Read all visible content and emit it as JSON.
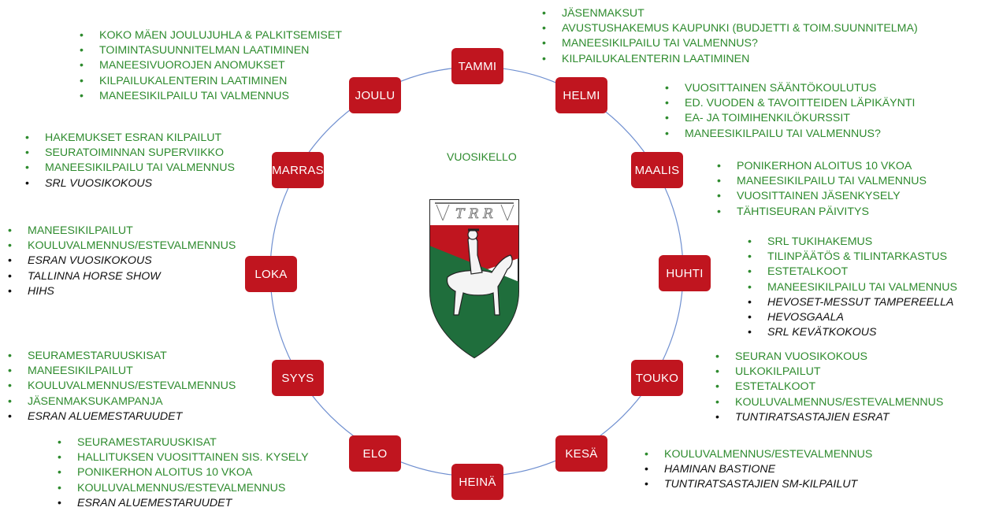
{
  "title": "VUOSIKELLO",
  "emblem": {
    "letters": "T R R"
  },
  "months": [
    {
      "name": "TAMMI"
    },
    {
      "name": "HELMI"
    },
    {
      "name": "MAALIS"
    },
    {
      "name": "HUHTI"
    },
    {
      "name": "TOUKO"
    },
    {
      "name": "KESÄ"
    },
    {
      "name": "HEINÄ"
    },
    {
      "name": "ELO"
    },
    {
      "name": "SYYS"
    },
    {
      "name": "LOKA"
    },
    {
      "name": "MARRAS"
    },
    {
      "name": "JOULU"
    }
  ],
  "lists": {
    "tammi": [
      {
        "text": "JÄSENMAKSUT",
        "italic": false
      },
      {
        "text": "AVUSTUSHAKEMUS KAUPUNKI (BUDJETTI & TOIM.SUUNNITELMA)",
        "italic": false
      },
      {
        "text": "MANEESIKILPAILU TAI VALMENNUS?",
        "italic": false
      },
      {
        "text": "KILPAILUKALENTERIN LAATIMINEN",
        "italic": false
      }
    ],
    "helmi": [
      {
        "text": "VUOSITTAINEN SÄÄNTÖKOULUTUS",
        "italic": false
      },
      {
        "text": "ED. VUODEN & TAVOITTEIDEN LÄPIKÄYNTI",
        "italic": false
      },
      {
        "text": "EA- JA TOIMIHENKILÖKURSSIT",
        "italic": false
      },
      {
        "text": "MANEESIKILPAILU TAI VALMENNUS?",
        "italic": false
      }
    ],
    "maalis": [
      {
        "text": "PONIKERHON ALOITUS 10 VKOA",
        "italic": false
      },
      {
        "text": "MANEESIKILPAILU TAI VALMENNUS",
        "italic": false
      },
      {
        "text": "VUOSITTAINEN JÄSENKYSELY",
        "italic": false
      },
      {
        "text": "TÄHTISEURAN PÄIVITYS",
        "italic": false
      }
    ],
    "huhti": [
      {
        "text": "SRL TUKIHAKEMUS",
        "italic": false
      },
      {
        "text": "TILINPÄÄTÖS & TILINTARKASTUS",
        "italic": false
      },
      {
        "text": "ESTETALKOOT",
        "italic": false
      },
      {
        "text": "MANEESIKILPAILU TAI VALMENNUS",
        "italic": false
      },
      {
        "text": "HEVOSET-MESSUT TAMPEREELLA",
        "italic": true
      },
      {
        "text": "HEVOSGAALA",
        "italic": true
      },
      {
        "text": "SRL KEVÄTKOKOUS",
        "italic": true
      }
    ],
    "touko": [
      {
        "text": "SEURAN VUOSIKOKOUS",
        "italic": false
      },
      {
        "text": "ULKOKILPAILUT",
        "italic": false
      },
      {
        "text": "ESTETALKOOT",
        "italic": false
      },
      {
        "text": "KOULUVALMENNUS/ESTEVALMENNUS",
        "italic": false
      },
      {
        "text": "TUNTIRATSASTAJIEN ESRAT",
        "italic": true
      }
    ],
    "kesa": [
      {
        "text": "KOULUVALMENNUS/ESTEVALMENNUS",
        "italic": false
      },
      {
        "text": "HAMINAN BASTIONE",
        "italic": true
      },
      {
        "text": "TUNTIRATSASTAJIEN SM-KILPAILUT",
        "italic": true
      }
    ],
    "elo": [
      {
        "text": "SEURAMESTARUUSKISAT",
        "italic": false
      },
      {
        "text": "HALLITUKSEN VUOSITTAINEN SIS. KYSELY",
        "italic": false
      },
      {
        "text": "PONIKERHON ALOITUS 10 VKOA",
        "italic": false
      },
      {
        "text": "KOULUVALMENNUS/ESTEVALMENNUS",
        "italic": false
      },
      {
        "text": "ESRAN ALUEMESTARUUDET",
        "italic": true
      }
    ],
    "syys": [
      {
        "text": "SEURAMESTARUUSKISAT",
        "italic": false
      },
      {
        "text": "MANEESIKILPAILUT",
        "italic": false
      },
      {
        "text": "KOULUVALMENNUS/ESTEVALMENNUS",
        "italic": false
      },
      {
        "text": "JÄSENMAKSUKAMPANJA",
        "italic": false
      },
      {
        "text": "ESRAN ALUEMESTARUUDET",
        "italic": true
      }
    ],
    "loka": [
      {
        "text": "MANEESIKILPAILUT",
        "italic": false
      },
      {
        "text": "KOULUVALMENNUS/ESTEVALMENNUS",
        "italic": false
      },
      {
        "text": "ESRAN VUOSIKOKOUS",
        "italic": true
      },
      {
        "text": "TALLINNA HORSE SHOW",
        "italic": true
      },
      {
        "text": "HIHS",
        "italic": true
      }
    ],
    "marras": [
      {
        "text": "HAKEMUKSET ESRAN KILPAILUT",
        "italic": false
      },
      {
        "text": "SEURATOIMINNAN SUPERVIIKKO",
        "italic": false
      },
      {
        "text": "MANEESIKILPAILU TAI VALMENNUS",
        "italic": false
      },
      {
        "text": "SRL VUOSIKOKOUS",
        "italic": true
      }
    ],
    "joulu": [
      {
        "text": "KOKO MÄEN JOULUJUHLA & PALKITSEMISET",
        "italic": false
      },
      {
        "text": "TOIMINTASUUNNITELMAN LAATIMINEN",
        "italic": false
      },
      {
        "text": "MANEESIVUOROJEN ANOMUKSET",
        "italic": false
      },
      {
        "text": "KILPAILUKALENTERIN LAATIMINEN",
        "italic": false
      },
      {
        "text": "MANEESIKILPAILU TAI VALMENNUS",
        "italic": false
      }
    ]
  },
  "colors": {
    "month_box": "#c0151f",
    "green_text": "#2e8b2e",
    "ring": "#6f8fd0"
  }
}
